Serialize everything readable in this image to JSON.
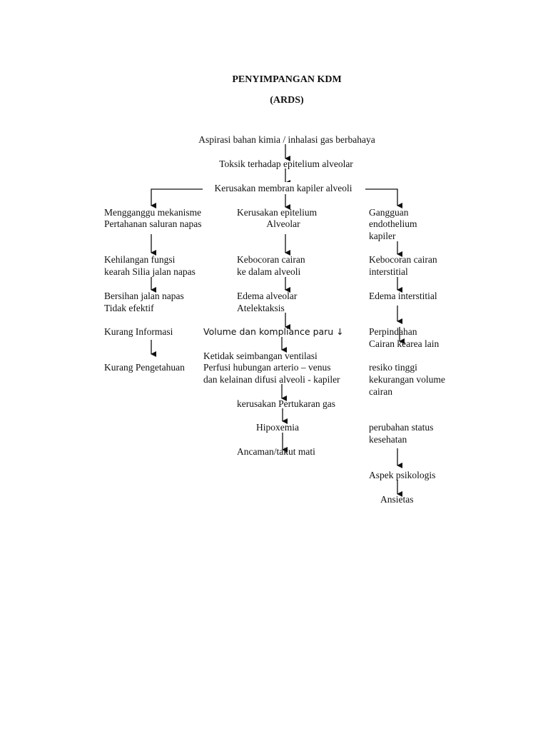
{
  "title": "PENYIMPANGAN KDM",
  "subtitle": "(ARDS)",
  "center": {
    "n1": "Aspirasi  bahan kimia / inhalasi gas berbahaya",
    "n2": "Toksik terhadap epitelium alveolar",
    "n3": "Kerusakan membran kapiler alveoli",
    "n4a": "Kerusakan epitelium",
    "n4b": "Alveolar",
    "n5a": "Kebocoran cairan",
    "n5b": "ke dalam alveoli",
    "n6a": "Edema alveolar",
    "n6b": "Atelektaksis",
    "n7": "Volume dan kompliance paru ↓",
    "n8a": "Ketidak seimbangan ventilasi",
    "n8b": "Perfusi hubungan arterio – venus",
    "n8c": "dan kelainan difusi alveoli - kapiler",
    "n9": "kerusakan Pertukaran gas",
    "n10": "Hipoxemia",
    "n11": "Ancaman/takut mati"
  },
  "left": {
    "l1a": "Mengganggu mekanisme",
    "l1b": "Pertahanan saluran napas",
    "l2a": "Kehilangan fungsi",
    "l2b": "kearah Silia jalan napas",
    "l3a": "Bersihan jalan napas",
    "l3b": "Tidak efektif",
    "l4": "Kurang Informasi",
    "l5": "Kurang Pengetahuan"
  },
  "right": {
    "r1a": "Gangguan",
    "r1b": "endothelium",
    "r1c": "kapiler",
    "r2a": "Kebocoran cairan",
    "r2b": "interstitial",
    "r3": "Edema interstitial",
    "r4a": "Perpindahan",
    "r4b": "Cairan kearea lain",
    "r5a": "resiko tinggi",
    "r5b": "kekurangan volume",
    "r5c": "cairan",
    "r6a": "perubahan status",
    "r6b": "kesehatan",
    "r7": "Aspek psikologis",
    "r8": "Ansietas"
  }
}
